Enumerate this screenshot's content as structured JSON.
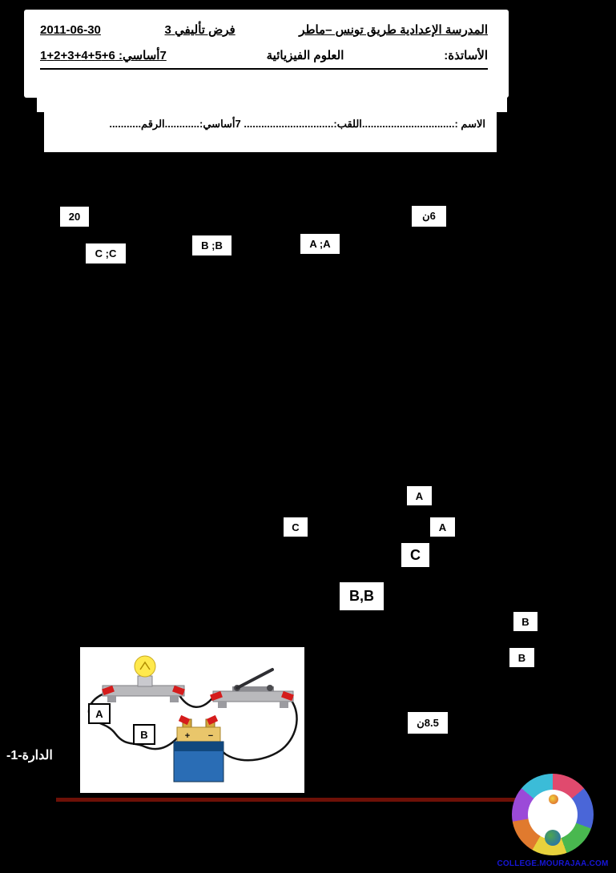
{
  "header": {
    "school": "المدرسة الإعدادية طريق تونس –ماطر",
    "exam_title": "فرض تأليفي 3",
    "date": "2011-06-30",
    "teachers_label": "الأساتذة:",
    "subject": "العلوم الفيزيائية",
    "grade_line": "7أساسي: 6+5+4+3+2+1"
  },
  "student_line": "الاسم :................................اللقب:...............................      7أساسي:............الرقم...........",
  "boxes": {
    "total_score": "20",
    "q1_points": "6ن",
    "answer_aa": "A ;A",
    "answer_bb": "B ;B",
    "answer_cc": "C ;C",
    "answer_a1": "A",
    "answer_c1": "C",
    "answer_a2": "A",
    "answer_c_bold": "C",
    "answer_bb_bold": "B,B",
    "answer_b1": "B",
    "answer_b2": "B",
    "q2_points": "8.5ن"
  },
  "circuit": {
    "caption": "الدارة-1-",
    "terminal_a": "A",
    "terminal_b": "B",
    "battery_plus": "+",
    "battery_minus": "−"
  },
  "footer": {
    "website": "COLLEGE.MOURAJAA.COM"
  }
}
